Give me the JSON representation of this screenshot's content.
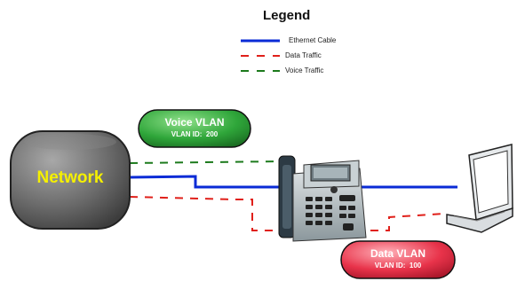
{
  "legend": {
    "title": "Legend",
    "items": [
      {
        "label": "Ethernet Cable",
        "color": "#0a2bd6",
        "style": "solid"
      },
      {
        "label": "Data Traffic",
        "color": "#e0201a",
        "style": "dashed"
      },
      {
        "label": "Voice Traffic",
        "color": "#1c7a1c",
        "style": "dashed"
      }
    ]
  },
  "nodes": {
    "network": {
      "label": "Network",
      "fill": "#6e6e6e",
      "text_color": "#f5f000"
    },
    "voice_vlan": {
      "title": "Voice VLAN",
      "id_line": "VLAN ID:  200",
      "fill": "#2fa63a"
    },
    "data_vlan": {
      "title": "Data VLAN",
      "id_line": "VLAN ID:  100",
      "fill": "#e8334a"
    },
    "ip_phone": {
      "icon": "ip-phone-icon"
    },
    "laptop": {
      "icon": "laptop-icon"
    }
  }
}
